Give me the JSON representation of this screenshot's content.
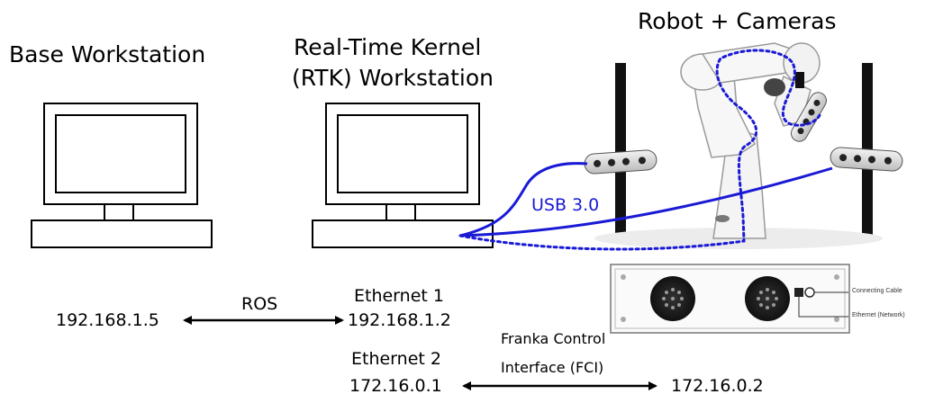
{
  "titles": {
    "base_workstation": "Base Workstation",
    "rtk_line1": "Real-Time Kernel",
    "rtk_line2": "(RTK) Workstation",
    "robot_cameras": "Robot + Cameras"
  },
  "connections": {
    "usb": "USB 3.0",
    "ros": "ROS",
    "fci_line1": "Franka Control",
    "fci_line2": "Interface (FCI)"
  },
  "network": {
    "base_ip": "192.168.1.5",
    "ethernet1_label": "Ethernet 1",
    "ethernet1_ip": "192.168.1.2",
    "ethernet2_label": "Ethernet 2",
    "ethernet2_ip": "172.16.0.1",
    "robot_ip": "172.16.0.2"
  },
  "controller_box": {
    "connecting_cable": "Connecting Cable",
    "ethernet_network": "Ethernet (Network)"
  },
  "colors": {
    "usb_blue": "#1a1ad6",
    "line_black": "#000000"
  }
}
